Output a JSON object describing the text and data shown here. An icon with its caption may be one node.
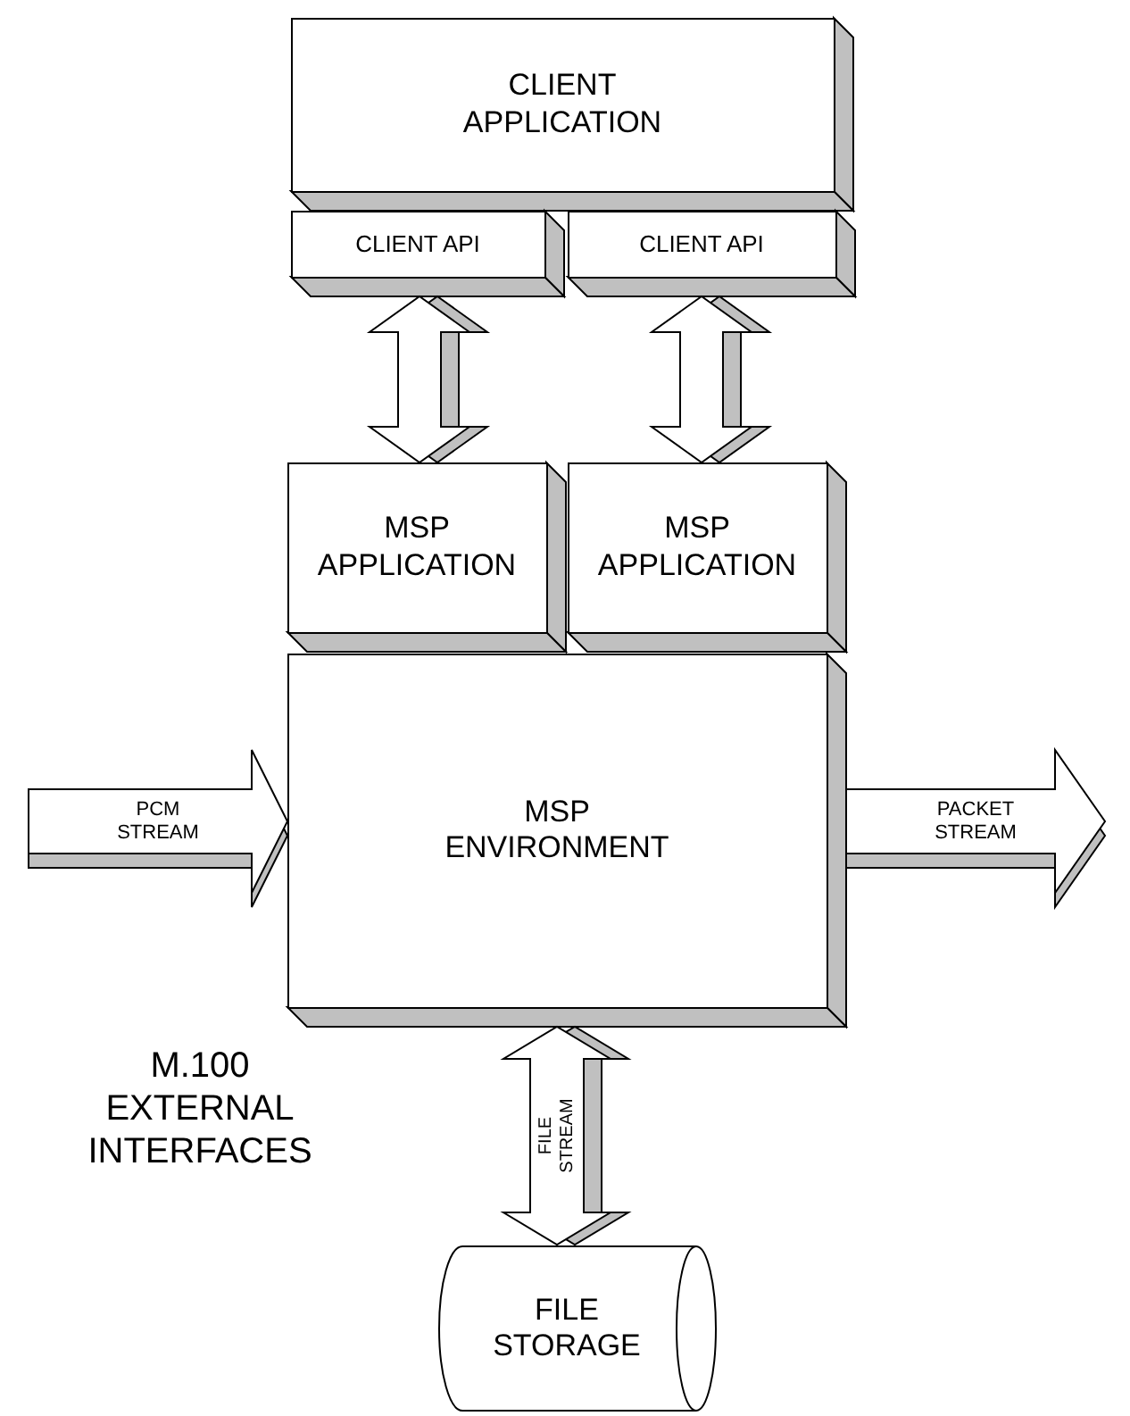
{
  "diagram": {
    "title": "M.100 EXTERNAL INTERFACES",
    "nodes": [
      {
        "text": [
          "CLIENT APPLICATION"
        ]
      },
      {
        "text": [
          "CLIENT API"
        ]
      },
      {
        "text": [
          "CLIENT API"
        ]
      },
      {
        "text": [
          "MSP APPLICATION"
        ]
      },
      {
        "text": [
          "MSP APPLICATION"
        ]
      },
      {
        "text": [
          "MSP ENVIRONMENT"
        ]
      },
      {
        "text": [
          "FILE STORAGE"
        ]
      }
    ],
    "edges": [
      {
        "from": 1,
        "to": 3,
        "arrow": "both"
      },
      {
        "from": 2,
        "to": 4,
        "arrow": "both"
      },
      {
        "from": null,
        "to": 5,
        "arrow": "to",
        "label": "PCM STREAM"
      },
      {
        "from": 5,
        "to": null,
        "arrow": "to",
        "label": "PACKET STREAM"
      },
      {
        "from": 5,
        "to": 6,
        "arrow": "both",
        "label": "FILE STREAM"
      }
    ]
  }
}
